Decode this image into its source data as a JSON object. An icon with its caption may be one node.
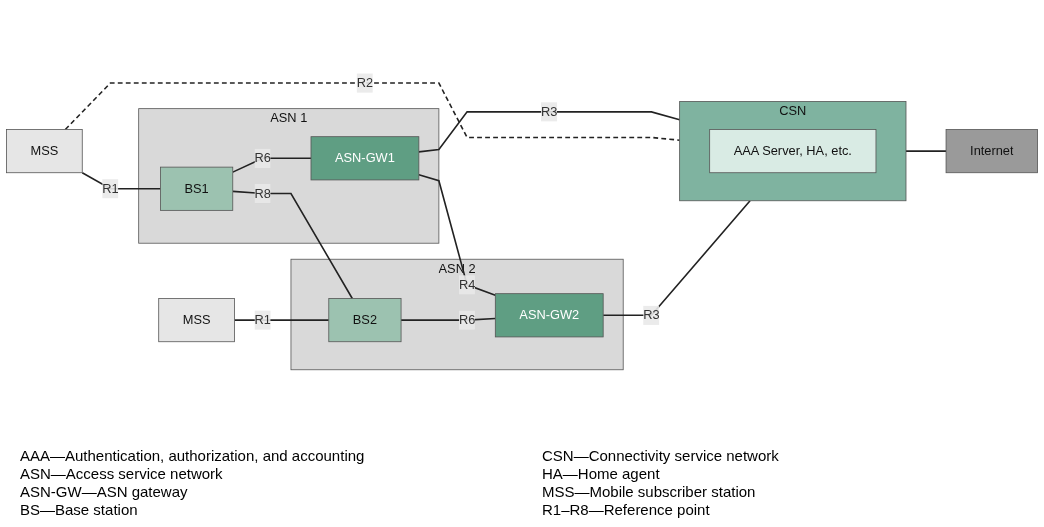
{
  "diagram": {
    "nodes": [
      {
        "text": [
          "MSS"
        ]
      },
      {
        "text": [
          "ASN 1"
        ]
      },
      {
        "text": [
          "BS1"
        ],
        "in": 1
      },
      {
        "text": [
          "ASN-GW1"
        ],
        "in": 1
      },
      {
        "text": [
          "CSN"
        ]
      },
      {
        "text": [
          "AAA Server, HA, etc."
        ],
        "in": 4
      },
      {
        "text": [
          "Internet"
        ]
      },
      {
        "text": [
          "MSS"
        ]
      },
      {
        "text": [
          "ASN 2"
        ]
      },
      {
        "text": [
          "BS2"
        ],
        "in": 8
      },
      {
        "text": [
          "ASN-GW2"
        ],
        "in": 8
      }
    ],
    "edges": [
      {
        "from": 0,
        "to": 2,
        "arrow": "none",
        "label": "R1"
      },
      {
        "from": 2,
        "to": 3,
        "arrow": "none",
        "label": "R6"
      },
      {
        "from": 3,
        "to": 4,
        "arrow": "none",
        "label": "R3"
      },
      {
        "from": 0,
        "to": 4,
        "arrow": "none",
        "label": "R2",
        "style": "dashed"
      },
      {
        "from": 2,
        "to": 9,
        "arrow": "none",
        "label": "R8"
      },
      {
        "from": 3,
        "to": 10,
        "arrow": "none",
        "label": "R4"
      },
      {
        "from": 7,
        "to": 9,
        "arrow": "none",
        "label": "R1"
      },
      {
        "from": 9,
        "to": 10,
        "arrow": "none",
        "label": "R6"
      },
      {
        "from": 10,
        "to": 4,
        "arrow": "none",
        "label": "R3"
      },
      {
        "from": 4,
        "to": 6,
        "arrow": "none"
      }
    ],
    "labels": [
      "AAA—Authentication, authorization, and accounting",
      "CSN—Connectivity service network",
      "ASN—Access service network",
      "HA—Home agent",
      "ASN-GW—ASN gateway",
      "MSS—Mobile subscriber station",
      "BS—Base station",
      "R1–R8—Reference point"
    ]
  }
}
